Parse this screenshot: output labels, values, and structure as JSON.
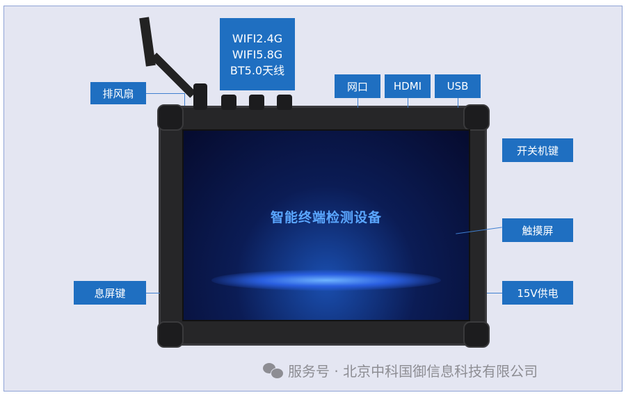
{
  "labels": {
    "antenna": [
      "WIFI2.4G",
      "WIFI5.8G",
      "BT5.0天线"
    ],
    "fan": "排风扇",
    "network": "网口",
    "hdmi": "HDMI",
    "usb": "USB",
    "power_key": "开关机键",
    "touch": "触摸屏",
    "screen_off": "息屏键",
    "power_supply": "15V供电"
  },
  "screen": {
    "title": "智能终端检测设备"
  },
  "footer": {
    "text": "服务号 · 北京中科国御信息科技有限公司"
  },
  "colors": {
    "label_bg": "#1f6fc1",
    "background": "#e4e6f2"
  }
}
